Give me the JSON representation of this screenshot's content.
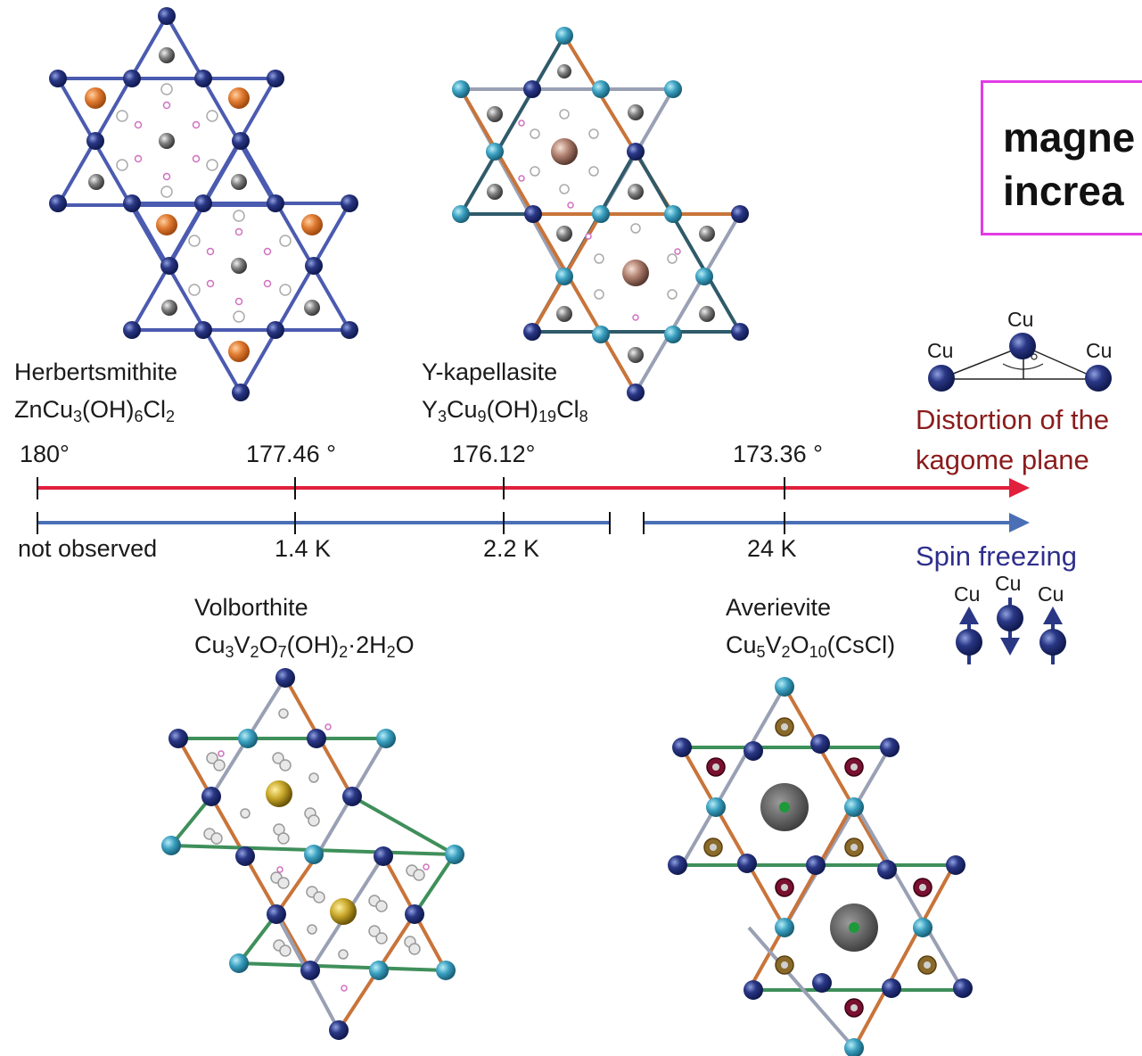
{
  "callout": {
    "line1": "magne",
    "line2": "increa"
  },
  "minerals": [
    {
      "name": "Herbertsmithite",
      "formula": [
        "ZnCu",
        "3",
        "(OH)",
        "6",
        "Cl",
        "2"
      ]
    },
    {
      "name": "Y-kapellasite",
      "formula": [
        "Y",
        "3",
        "Cu",
        "9",
        "(OH)",
        "19",
        "Cl",
        "8"
      ]
    },
    {
      "name": "Volborthite",
      "formula": [
        "Cu",
        "3",
        "V",
        "2",
        "O",
        "7",
        "(OH)",
        "2",
        "·2H",
        "2",
        "O"
      ]
    },
    {
      "name": "Averievite",
      "formula": [
        "Cu",
        "5",
        "V",
        "2",
        "O",
        "10",
        "(CsCl)"
      ]
    }
  ],
  "angle_axis": {
    "ticks": [
      "180°",
      "177.46 °",
      "176.12°",
      "173.36 °"
    ],
    "label_line1": "Distortion of the",
    "label_line2": "kagome plane",
    "color": "#e0203c"
  },
  "freeze_axis": {
    "ticks": [
      "not observed",
      "1.4 K",
      "2.2 K",
      "24 K"
    ],
    "label": "Spin freezing",
    "color": "#4a6fb5"
  },
  "triangle_labels": {
    "top": "Cu",
    "left": "Cu",
    "right": "Cu"
  },
  "spin_labels": [
    "Cu",
    "Cu",
    "Cu"
  ],
  "colors": {
    "cu_dark": "#1f2a6b",
    "cu_light": "#3aa0c0",
    "bond_blue": "#4b5bb0",
    "bond_orange": "#c8743a",
    "bond_green": "#3f8f5a",
    "bond_grey": "#9aa0b4",
    "orange_atom": "#e07a30",
    "grey_atom": "#777777",
    "gold_atom": "#c9a82a",
    "pink_atom": "#d070c0",
    "dark_red": "#7a1030"
  }
}
